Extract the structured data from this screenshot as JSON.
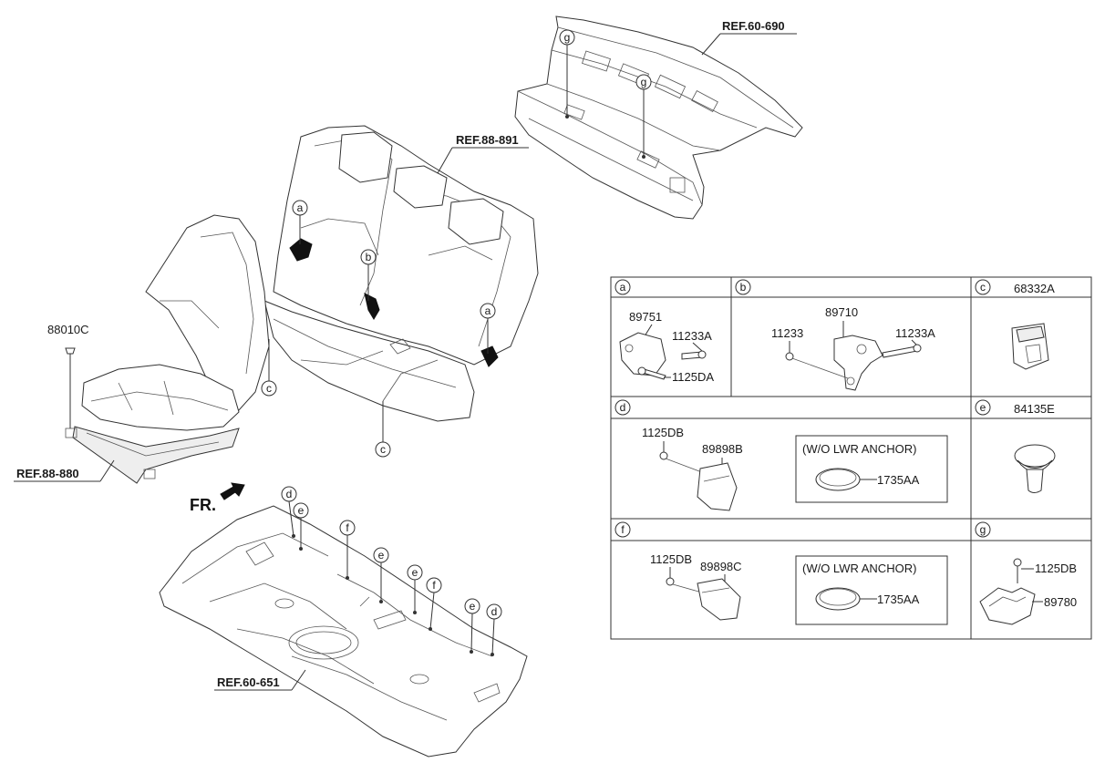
{
  "refs": {
    "rear_shelf": "REF.60-690",
    "rear_seat": "REF.88-891",
    "front_seat": "REF.88-880",
    "floor": "REF.60-651"
  },
  "front_label": "FR.",
  "part_88010C": "88010C",
  "callouts": {
    "a": "a",
    "b": "b",
    "c": "c",
    "d": "d",
    "e": "e",
    "f": "f",
    "g": "g"
  },
  "table": {
    "a": {
      "letter": "a",
      "parts": [
        "89751",
        "11233A",
        "1125DA"
      ]
    },
    "b": {
      "letter": "b",
      "parts": [
        "89710",
        "11233",
        "11233A"
      ]
    },
    "c": {
      "letter": "c",
      "title": "68332A"
    },
    "d": {
      "letter": "d",
      "parts": [
        "1125DB",
        "89898B"
      ],
      "box_title": "(W/O LWR ANCHOR)",
      "box_part": "1735AA"
    },
    "e": {
      "letter": "e",
      "title": "84135E"
    },
    "f": {
      "letter": "f",
      "parts": [
        "1125DB",
        "89898C"
      ],
      "box_title": "(W/O LWR ANCHOR)",
      "box_part": "1735AA"
    },
    "g": {
      "letter": "g",
      "parts": [
        "1125DB",
        "89780"
      ]
    }
  }
}
